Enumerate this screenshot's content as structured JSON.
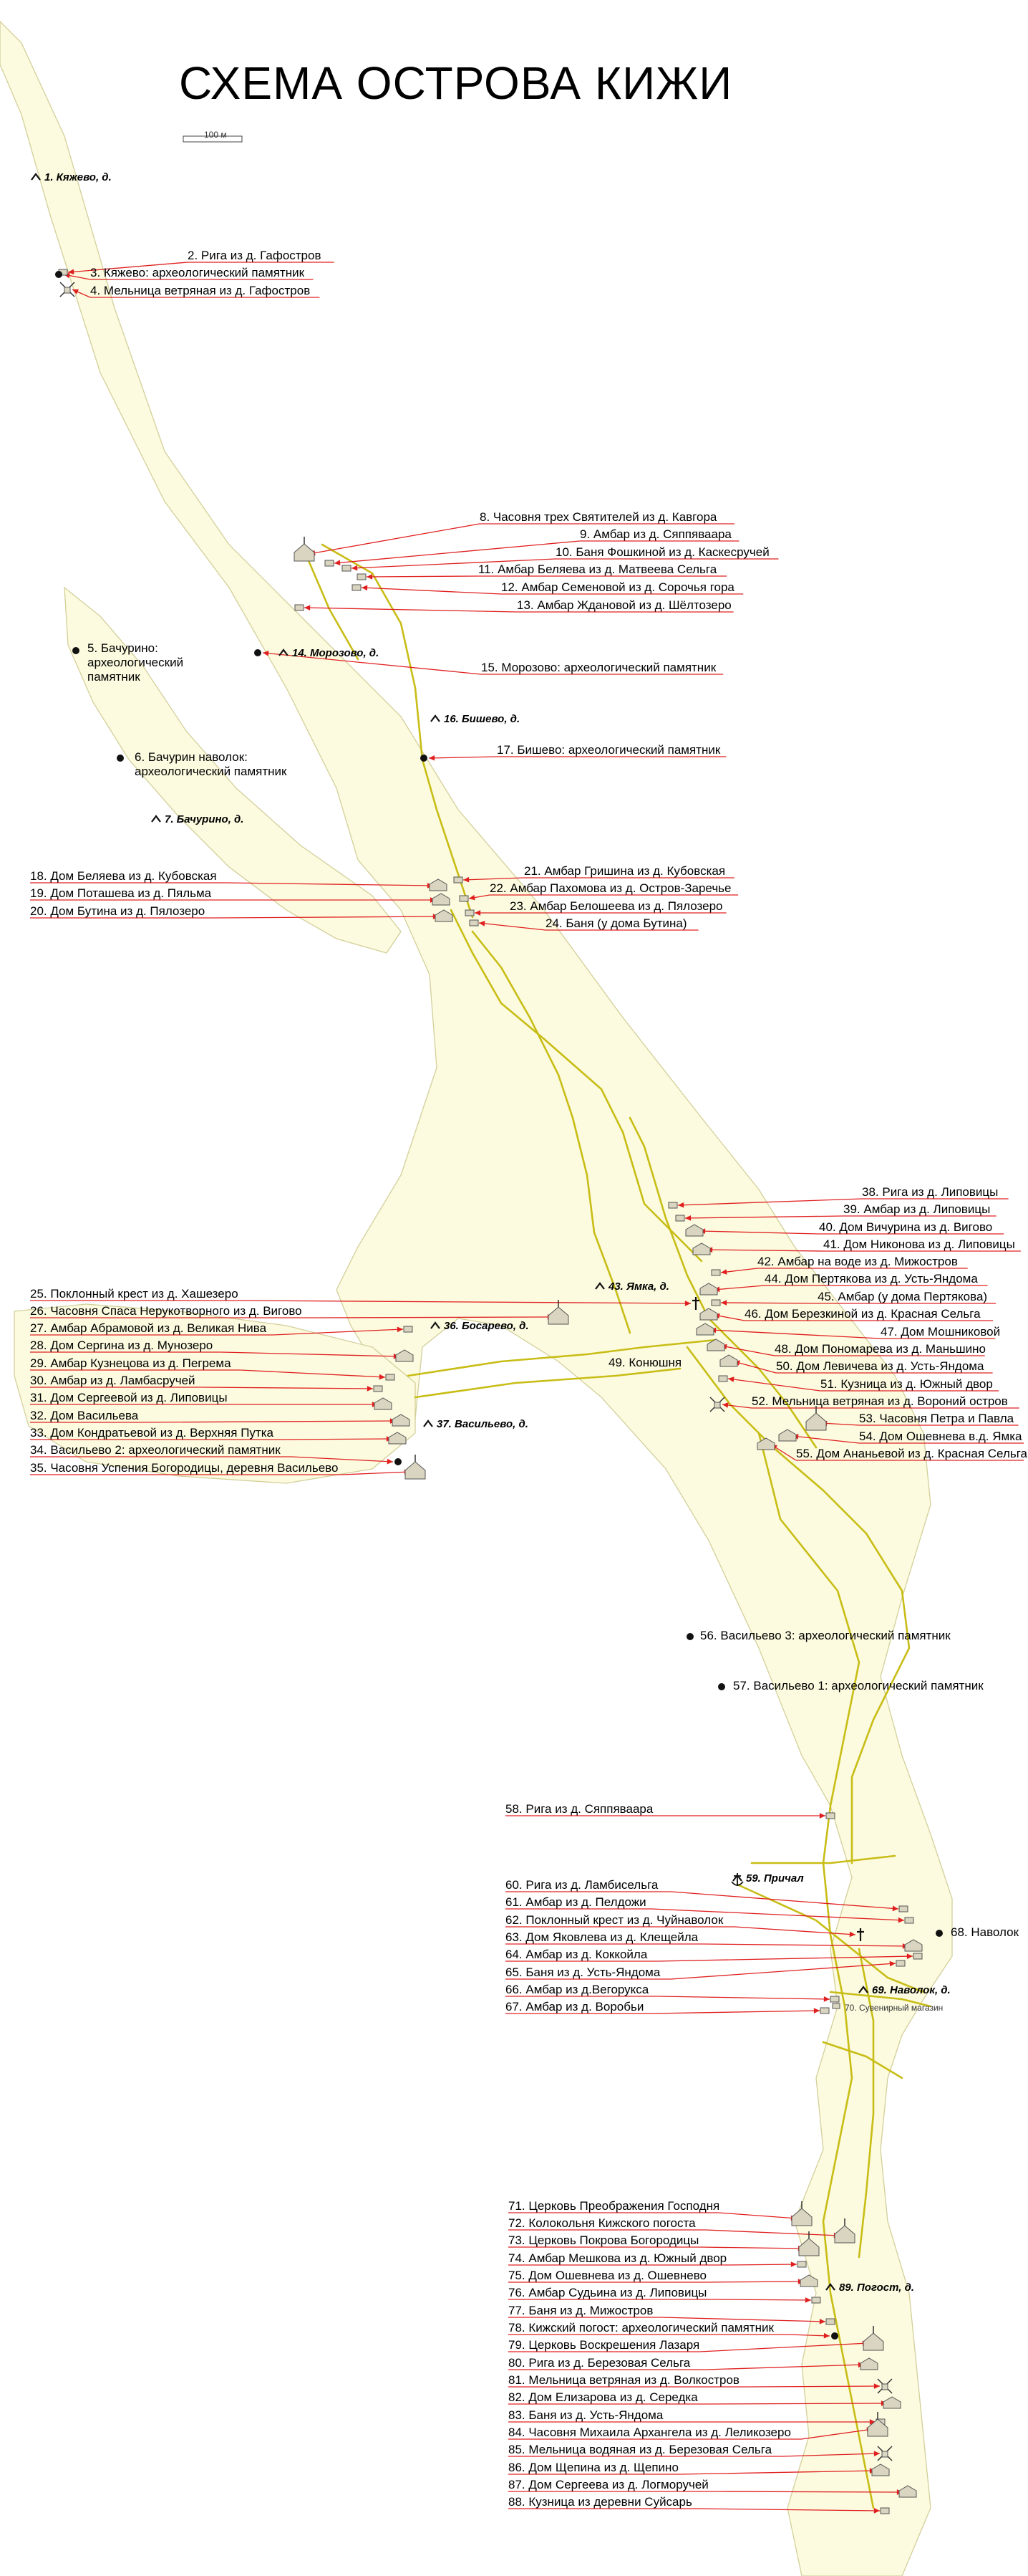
{
  "title": "СХЕМА ОСТРОВА КИЖИ",
  "scale_bar_label": "100 м",
  "colors": {
    "land": "#fcfbdf",
    "road": "#c8bd16",
    "leader": "#e02020",
    "text": "#000000"
  },
  "villages": [
    {
      "id": "1",
      "label": "1. Кяжево, д."
    },
    {
      "id": "7",
      "label": "7. Бачурино, д."
    },
    {
      "id": "14",
      "label": "14. Морозово, д."
    },
    {
      "id": "16",
      "label": "16. Бишево, д."
    },
    {
      "id": "36",
      "label": "36. Босарево, д."
    },
    {
      "id": "37",
      "label": "37. Васильево, д."
    },
    {
      "id": "43",
      "label": "43. Ямка, д."
    },
    {
      "id": "59",
      "label": "59. Причал"
    },
    {
      "id": "69",
      "label": "69. Наволок, д."
    },
    {
      "id": "89",
      "label": "89. Погост, д."
    }
  ],
  "archaeological": [
    {
      "id": "5",
      "label_lines": [
        "5. Бачурино:",
        "археологический",
        "памятник"
      ]
    },
    {
      "id": "6",
      "label_lines": [
        "6. Бачурин наволок:",
        "археологический памятник"
      ]
    },
    {
      "id": "56",
      "label_lines": [
        "56. Васильево 3: археологический памятник"
      ]
    },
    {
      "id": "57",
      "label_lines": [
        "57. Васильево 1: археологический памятник"
      ]
    },
    {
      "id": "68",
      "label_lines": [
        "68. Наволок"
      ]
    }
  ],
  "other_labels": {
    "konyushnya": "49. Конюшня",
    "souvenir": "70. Сувенирный магазин"
  },
  "objects": [
    {
      "id": "2",
      "label": "2. Рига из д. Гафостров"
    },
    {
      "id": "3",
      "label": "3. Кяжево: археологический памятник"
    },
    {
      "id": "4",
      "label": "4. Мельница ветряная из д. Гафостров"
    },
    {
      "id": "8",
      "label": "8. Часовня трех Святителей из д. Кавгора"
    },
    {
      "id": "9",
      "label": "9. Амбар из д. Сяппяваара"
    },
    {
      "id": "10",
      "label": "10. Баня Фошкиной из д. Каскесручей"
    },
    {
      "id": "11",
      "label": "11. Амбар Беляева из д. Матвеева Сельга"
    },
    {
      "id": "12",
      "label": "12. Амбар Семеновой из д. Сорочья гора"
    },
    {
      "id": "13",
      "label": "13. Амбар Ждановой из д. Шёлтозеро"
    },
    {
      "id": "15",
      "label": "15. Морозово: археологический памятник"
    },
    {
      "id": "17",
      "label": "17. Бишево: археологический памятник"
    },
    {
      "id": "18",
      "label": "18. Дом Беляева из д. Кубовская"
    },
    {
      "id": "19",
      "label": "19. Дом Поташева из д. Пяльма"
    },
    {
      "id": "20",
      "label": "20. Дом Бутина из д. Пялозеро"
    },
    {
      "id": "21",
      "label": "21. Амбар Гришина из д. Кубовская"
    },
    {
      "id": "22",
      "label": "22. Амбар Пахомова из д. Остров-Заречье"
    },
    {
      "id": "23",
      "label": "23. Амбар Белошеева из д. Пялозеро"
    },
    {
      "id": "24",
      "label": "24. Баня (у дома Бутина)"
    },
    {
      "id": "25",
      "label": "25. Поклонный крест из д. Хашезеро"
    },
    {
      "id": "26",
      "label": "26. Часовня Спаса Нерукотворного из д. Вигово"
    },
    {
      "id": "27",
      "label": "27. Амбар Абрамовой из д. Великая Нива"
    },
    {
      "id": "28",
      "label": "28. Дом Сергина из д. Мунозеро"
    },
    {
      "id": "29",
      "label": "29. Амбар Кузнецова из д. Пегрема"
    },
    {
      "id": "30",
      "label": "30. Амбар из д. Ламбасручей"
    },
    {
      "id": "31",
      "label": "31. Дом Сергеевой из д. Липовицы"
    },
    {
      "id": "32",
      "label": "32. Дом Васильева"
    },
    {
      "id": "33",
      "label": "33. Дом Кондратьевой из д. Верхняя Путка"
    },
    {
      "id": "34",
      "label": "34. Васильево 2: археологический памятник"
    },
    {
      "id": "35",
      "label": "35. Часовня Успения Богородицы, деревня Васильево"
    },
    {
      "id": "38",
      "label": "38. Рига из д. Липовицы"
    },
    {
      "id": "39",
      "label": "39. Амбар из д. Липовицы"
    },
    {
      "id": "40",
      "label": "40. Дом Вичурина из д. Вигово"
    },
    {
      "id": "41",
      "label": "41. Дом Никонова из д. Липовицы"
    },
    {
      "id": "42",
      "label": "42. Амбар на воде из д. Мижостров"
    },
    {
      "id": "44",
      "label": "44. Дом Пертякова из д. Усть-Яндома"
    },
    {
      "id": "45",
      "label": "45. Амбар (у дома Пертякова)"
    },
    {
      "id": "46",
      "label": "46. Дом Березкиной из д. Красная Сельга"
    },
    {
      "id": "47",
      "label": "47. Дом Мошниковой"
    },
    {
      "id": "48",
      "label": "48. Дом Пономарева из д. Маньшино"
    },
    {
      "id": "50",
      "label": "50. Дом Левичева из д. Усть-Яндома"
    },
    {
      "id": "51",
      "label": "51. Кузница из д. Южный двор"
    },
    {
      "id": "52",
      "label": "52. Мельница ветряная из д. Вороний остров"
    },
    {
      "id": "53",
      "label": "53. Часовня Петра и Павла"
    },
    {
      "id": "54",
      "label": "54. Дом Ошевнева в.д. Ямка"
    },
    {
      "id": "55",
      "label": "55. Дом Ананьевой из д. Красная Сельга"
    },
    {
      "id": "58",
      "label": "58. Рига из д. Сяппяваара"
    },
    {
      "id": "60",
      "label": "60. Рига из д. Ламбисельга"
    },
    {
      "id": "61",
      "label": "61. Амбар из д. Пелдожи"
    },
    {
      "id": "62",
      "label": "62. Поклонный крест из д. Чуйнаволок"
    },
    {
      "id": "63",
      "label": "63. Дом Яковлева из д. Клещейла"
    },
    {
      "id": "64",
      "label": "64. Амбар из д. Коккойла"
    },
    {
      "id": "65",
      "label": "65. Баня из д. Усть-Яндома"
    },
    {
      "id": "66",
      "label": "66. Амбар из д.Вегорукса"
    },
    {
      "id": "67",
      "label": "67. Амбар из д. Воробьи"
    },
    {
      "id": "71",
      "label": "71. Церковь Преображения Господня"
    },
    {
      "id": "72",
      "label": "72. Колокольня Кижского погоста"
    },
    {
      "id": "73",
      "label": "73. Церковь Покрова Богородицы"
    },
    {
      "id": "74",
      "label": "74. Амбар Мешкова из д. Южный двор"
    },
    {
      "id": "75",
      "label": "75. Дом Ошевнева из д. Ошевнево"
    },
    {
      "id": "76",
      "label": "76. Амбар Судьина из д. Липовицы"
    },
    {
      "id": "77",
      "label": "77. Баня из д. Мижостров"
    },
    {
      "id": "78",
      "label": "78. Кижский погост: археологический памятник"
    },
    {
      "id": "79",
      "label": "79. Церковь Воскрешения Лазаря"
    },
    {
      "id": "80",
      "label": "80. Рига из д. Березовая Сельга"
    },
    {
      "id": "81",
      "label": "81. Мельница ветряная из д. Волкостров"
    },
    {
      "id": "82",
      "label": "82. Дом Елизарова из д. Середка"
    },
    {
      "id": "83",
      "label": "83. Баня из д. Усть-Яндома"
    },
    {
      "id": "84",
      "label": "84. Часовня Михаила Архангела из д. Леликозеро"
    },
    {
      "id": "85",
      "label": "85. Мельница водяная из д. Березовая Сельга"
    },
    {
      "id": "86",
      "label": "86. Дом Щепина из д. Щепино"
    },
    {
      "id": "87",
      "label": "87. Дом Сергеева из д. Логморучей"
    },
    {
      "id": "88",
      "label": "88. Кузница из деревни Суйсарь"
    }
  ]
}
